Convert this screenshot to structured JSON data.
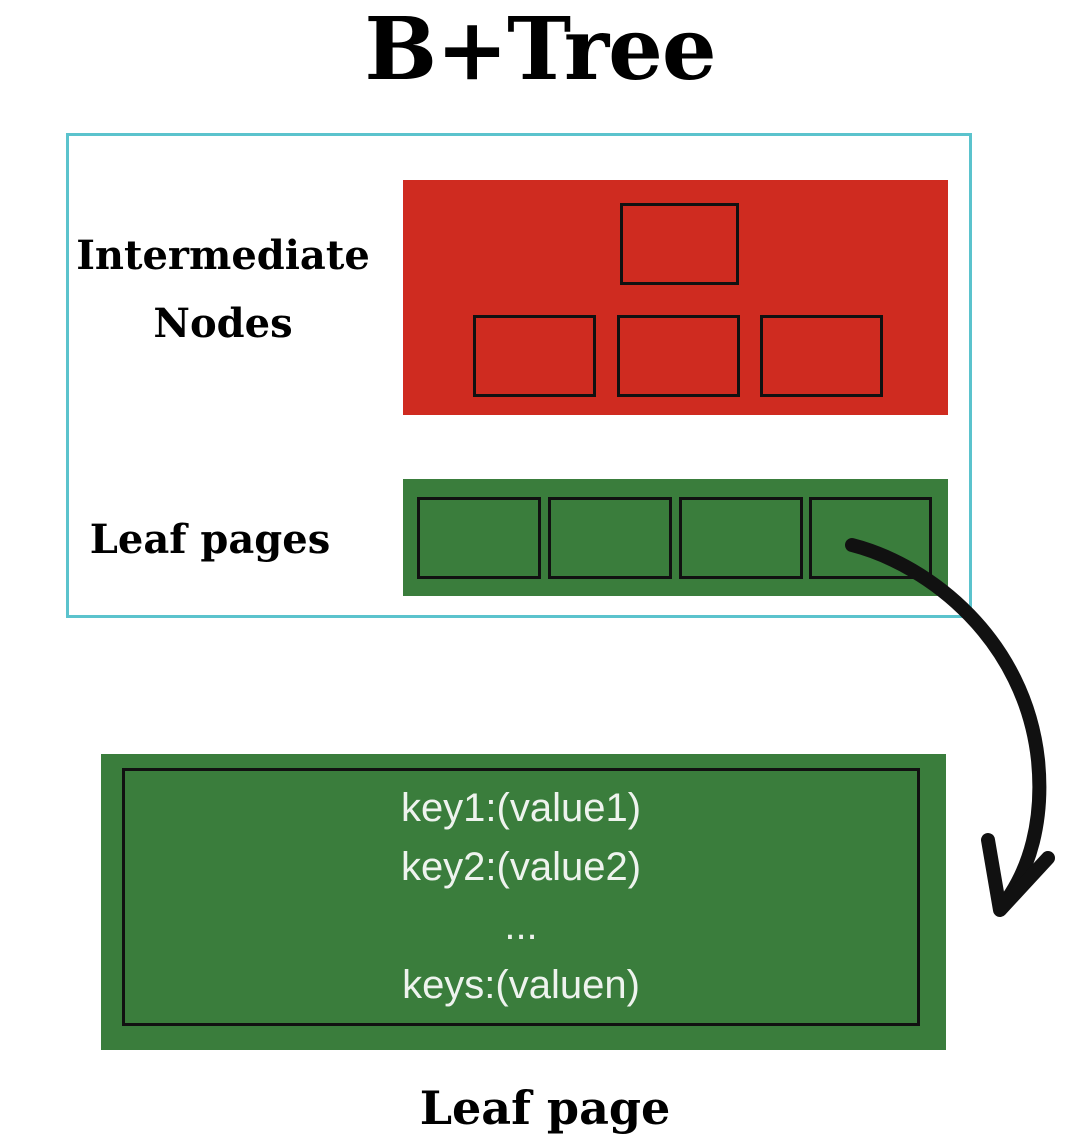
{
  "title": "B+Tree",
  "labels": {
    "intermediate_line1": "Intermediate",
    "intermediate_line2": "Nodes",
    "leaf_pages": "Leaf pages",
    "leaf_page": "Leaf page"
  },
  "leaf_page_entries": [
    "key1:(value1)",
    "key2:(value2)",
    "...",
    "keys:(valuen)"
  ],
  "colors": {
    "intermediate_fill": "#cf2b20",
    "leaf_fill": "#3a7d3c",
    "frame_border": "#5bc3cd",
    "text_on_leaf": "#eef3ee"
  }
}
